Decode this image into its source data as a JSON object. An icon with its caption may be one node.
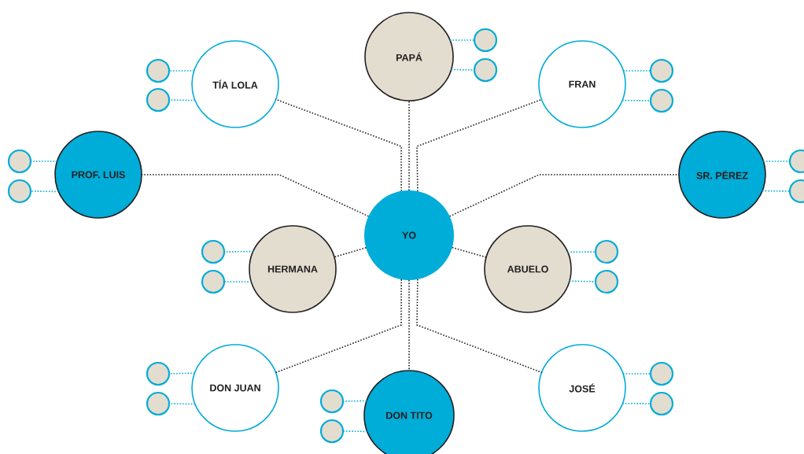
{
  "diagram": {
    "nodes": [
      {
        "text": [
          "PAPÁ"
        ]
      },
      {
        "text": [
          "TÍA LOLA"
        ]
      },
      {
        "text": [
          "FRAN"
        ]
      },
      {
        "text": [
          "PROF. LUIS"
        ]
      },
      {
        "text": [
          "SR. PÉREZ"
        ]
      },
      {
        "text": [
          "YO"
        ]
      },
      {
        "text": [
          "HERMANA"
        ]
      },
      {
        "text": [
          "ABUELO"
        ]
      },
      {
        "text": [
          "DON JUAN"
        ]
      },
      {
        "text": [
          "JOSÉ"
        ]
      },
      {
        "text": [
          "DON TITO"
        ]
      },
      {
        "text": [],
        "shape": "circle"
      },
      {
        "text": [],
        "shape": "circle"
      },
      {
        "text": [],
        "shape": "circle"
      },
      {
        "text": [],
        "shape": "circle"
      },
      {
        "text": [],
        "shape": "circle"
      },
      {
        "text": [],
        "shape": "circle"
      },
      {
        "text": [],
        "shape": "circle"
      },
      {
        "text": [],
        "shape": "circle"
      },
      {
        "text": [],
        "shape": "circle"
      },
      {
        "text": [],
        "shape": "circle"
      },
      {
        "text": [],
        "shape": "circle"
      },
      {
        "text": [],
        "shape": "circle"
      },
      {
        "text": [],
        "shape": "circle"
      },
      {
        "text": [],
        "shape": "circle"
      },
      {
        "text": [],
        "shape": "circle"
      },
      {
        "text": [],
        "shape": "circle"
      },
      {
        "text": [],
        "shape": "circle"
      },
      {
        "text": [],
        "shape": "circle"
      },
      {
        "text": [],
        "shape": "circle"
      },
      {
        "text": [],
        "shape": "circle"
      }
    ],
    "edges": [
      {
        "from": 5,
        "to": 0,
        "arrow": "none",
        "color": "#231f20"
      },
      {
        "from": 5,
        "to": 1,
        "arrow": "none",
        "color": "#231f20"
      },
      {
        "from": 5,
        "to": 2,
        "arrow": "none",
        "color": "#231f20"
      },
      {
        "from": 5,
        "to": 3,
        "arrow": "none",
        "color": "#231f20"
      },
      {
        "from": 5,
        "to": 4,
        "arrow": "none",
        "color": "#231f20"
      },
      {
        "from": 5,
        "to": 6,
        "arrow": "none",
        "color": "#231f20"
      },
      {
        "from": 5,
        "to": 7,
        "arrow": "none",
        "color": "#231f20"
      },
      {
        "from": 5,
        "to": 8,
        "arrow": "none",
        "color": "#231f20"
      },
      {
        "from": 5,
        "to": 9,
        "arrow": "none",
        "color": "#231f20"
      },
      {
        "from": 5,
        "to": 10,
        "arrow": "none",
        "color": "#231f20"
      },
      {
        "from": 0,
        "to": 11,
        "arrow": "none"
      },
      {
        "from": 0,
        "to": 12,
        "arrow": "none"
      },
      {
        "from": 1,
        "to": 13,
        "arrow": "none"
      },
      {
        "from": 1,
        "to": 14,
        "arrow": "none"
      },
      {
        "from": 2,
        "to": 15,
        "arrow": "none"
      },
      {
        "from": 2,
        "to": 16,
        "arrow": "none"
      },
      {
        "from": 3,
        "to": 17,
        "arrow": "none"
      },
      {
        "from": 3,
        "to": 18,
        "arrow": "none"
      },
      {
        "from": 4,
        "to": 19,
        "arrow": "none"
      },
      {
        "from": 4,
        "to": 20,
        "arrow": "none"
      },
      {
        "from": 6,
        "to": 21,
        "arrow": "none"
      },
      {
        "from": 6,
        "to": 22,
        "arrow": "none"
      },
      {
        "from": 7,
        "to": 23,
        "arrow": "none"
      },
      {
        "from": 7,
        "to": 24,
        "arrow": "none"
      },
      {
        "from": 8,
        "to": 25,
        "arrow": "none"
      },
      {
        "from": 8,
        "to": 26,
        "arrow": "none"
      },
      {
        "from": 9,
        "to": 27,
        "arrow": "none"
      },
      {
        "from": 9,
        "to": 28,
        "arrow": "none"
      },
      {
        "from": 10,
        "to": 29,
        "arrow": "none"
      },
      {
        "from": 10,
        "to": 30,
        "arrow": "none"
      }
    ]
  }
}
